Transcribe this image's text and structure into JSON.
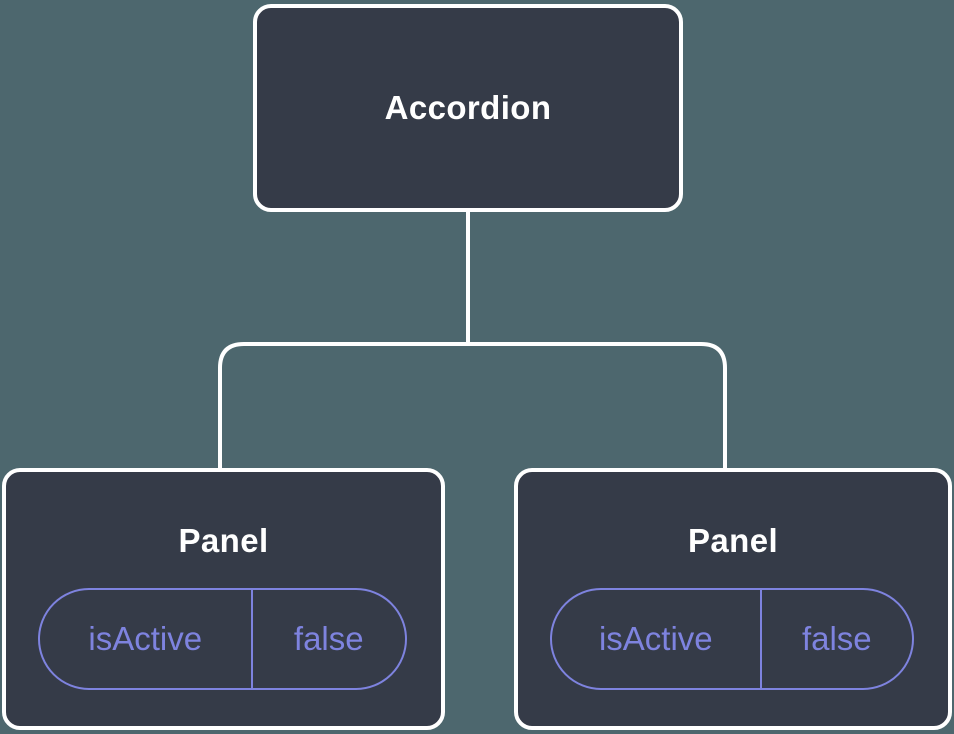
{
  "diagram": {
    "root_node": {
      "label": "Accordion"
    },
    "panels": [
      {
        "label": "Panel",
        "prop": {
          "name": "isActive",
          "value": "false"
        }
      },
      {
        "label": "Panel",
        "prop": {
          "name": "isActive",
          "value": "false"
        }
      }
    ],
    "colors": {
      "background": "#4d676e",
      "node_fill": "#353b48",
      "node_border": "#ffffff",
      "node_text": "#ffffff",
      "accent": "#7e83df"
    }
  }
}
